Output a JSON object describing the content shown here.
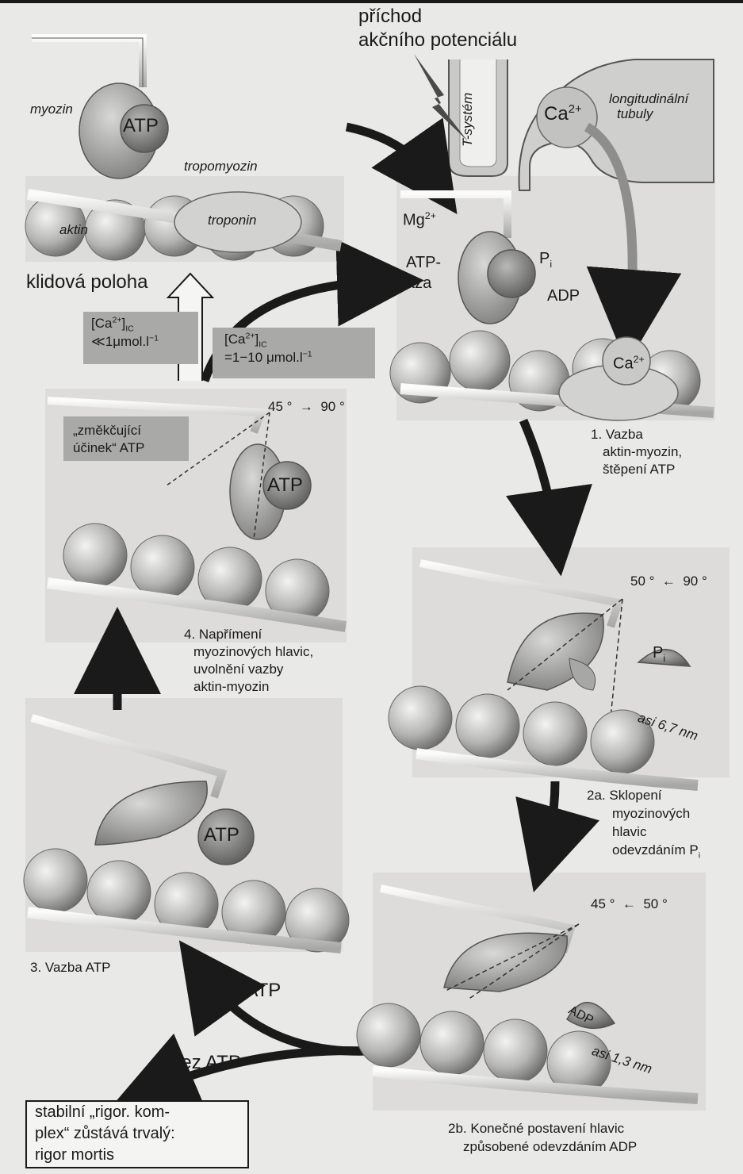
{
  "header": {
    "arrival_line1": "příchod",
    "arrival_line2": "akčního potenciálu"
  },
  "labels": {
    "myozin": "myozin",
    "atp": "ATP",
    "tropomyozin": "tropomyozin",
    "aktin": "aktin",
    "troponin": "troponin",
    "t_system": "T-systém",
    "longitudinal_line1": "longitudinální",
    "longitudinal_line2": "tubuly",
    "ca_base": "Ca",
    "ca_sup": "2+",
    "mg_base": "Mg",
    "mg_sup": "2+",
    "atpaza_line1": "ATP-",
    "atpaza_line2": "áza",
    "pi_base": "P",
    "pi_sub": "i",
    "adp": "ADP",
    "rest_position": "klidová poloha",
    "ca_low_line1": "[Ca",
    "ca_low_sup": "2+",
    "ca_low_close": "]",
    "ca_low_sub": "IC",
    "ca_low_line2": "≪1μmol.l",
    "ca_low_exp": "−1",
    "ca_high_line1": "[Ca",
    "ca_high_sup": "2+",
    "ca_high_close": "]",
    "ca_high_sub": "IC",
    "ca_high_line2": "=1−10 μmol.l",
    "ca_high_exp": "−1",
    "softening_line1": "„změkčující",
    "softening_line2": "účinek“ ATP",
    "angle_4": "45 °  →  90 °",
    "angle_2a": "50 °  ←  90 °",
    "angle_2b": "45 °  ←  50 °",
    "dist_2a": "asi 6,7 nm",
    "dist_2b": "asi 1,3 nm",
    "with_atp": "s ATP",
    "without_atp": "bez ATP"
  },
  "steps": {
    "s1_line1": "1. Vazba",
    "s1_line2": "aktin-myozin,",
    "s1_line3": "štěpení ATP",
    "s2a_line1": "2a. Sklopení",
    "s2a_line2": "myozinových",
    "s2a_line3": "hlavic",
    "s2a_line4": "odevzdáním P",
    "s2a_sub": "i",
    "s2b_line1": "2b. Konečné postavení hlavic",
    "s2b_line2": "způsobené odevzdáním ADP",
    "s3": "3. Vazba ATP",
    "s4_line1": "4. Napřímení",
    "s4_line2": "myozinových hlavic,",
    "s4_line3": "uvolnění vazby",
    "s4_line4": "aktin-myozin"
  },
  "rigor": {
    "line1": "stabilní „rigor. kom-",
    "line2": "plex“ zůstává trvalý:",
    "line3": "rigor mortis"
  }
}
